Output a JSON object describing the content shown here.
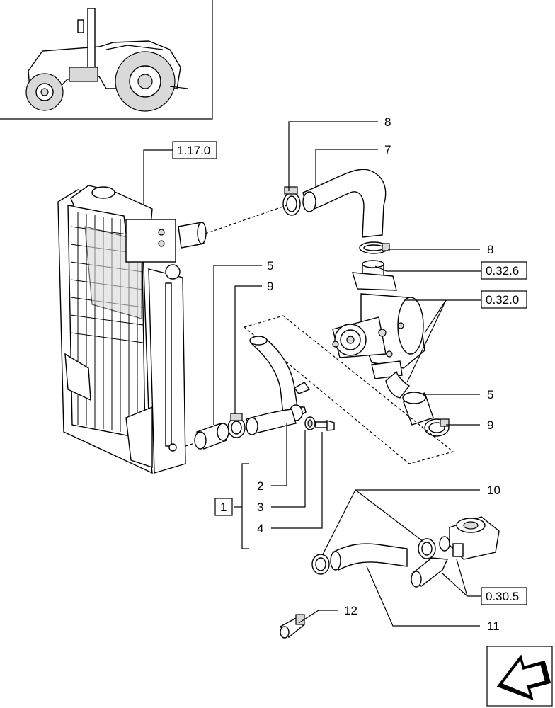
{
  "diagram": {
    "callouts": {
      "c8a": "8",
      "c7": "7",
      "c8b": "8",
      "c5a": "5",
      "c9a": "9",
      "c5b": "5",
      "c9b": "9",
      "c2": "2",
      "c3": "3",
      "c4": "4",
      "c10": "10",
      "c11": "11",
      "c12": "12"
    },
    "references": {
      "r1170": "1.17.0",
      "r0326": "0.32.6",
      "r0320": "0.32.0",
      "r0305": "0.30.5",
      "rkit": "1"
    }
  },
  "nav_icon": "next-page-arrow-icon"
}
